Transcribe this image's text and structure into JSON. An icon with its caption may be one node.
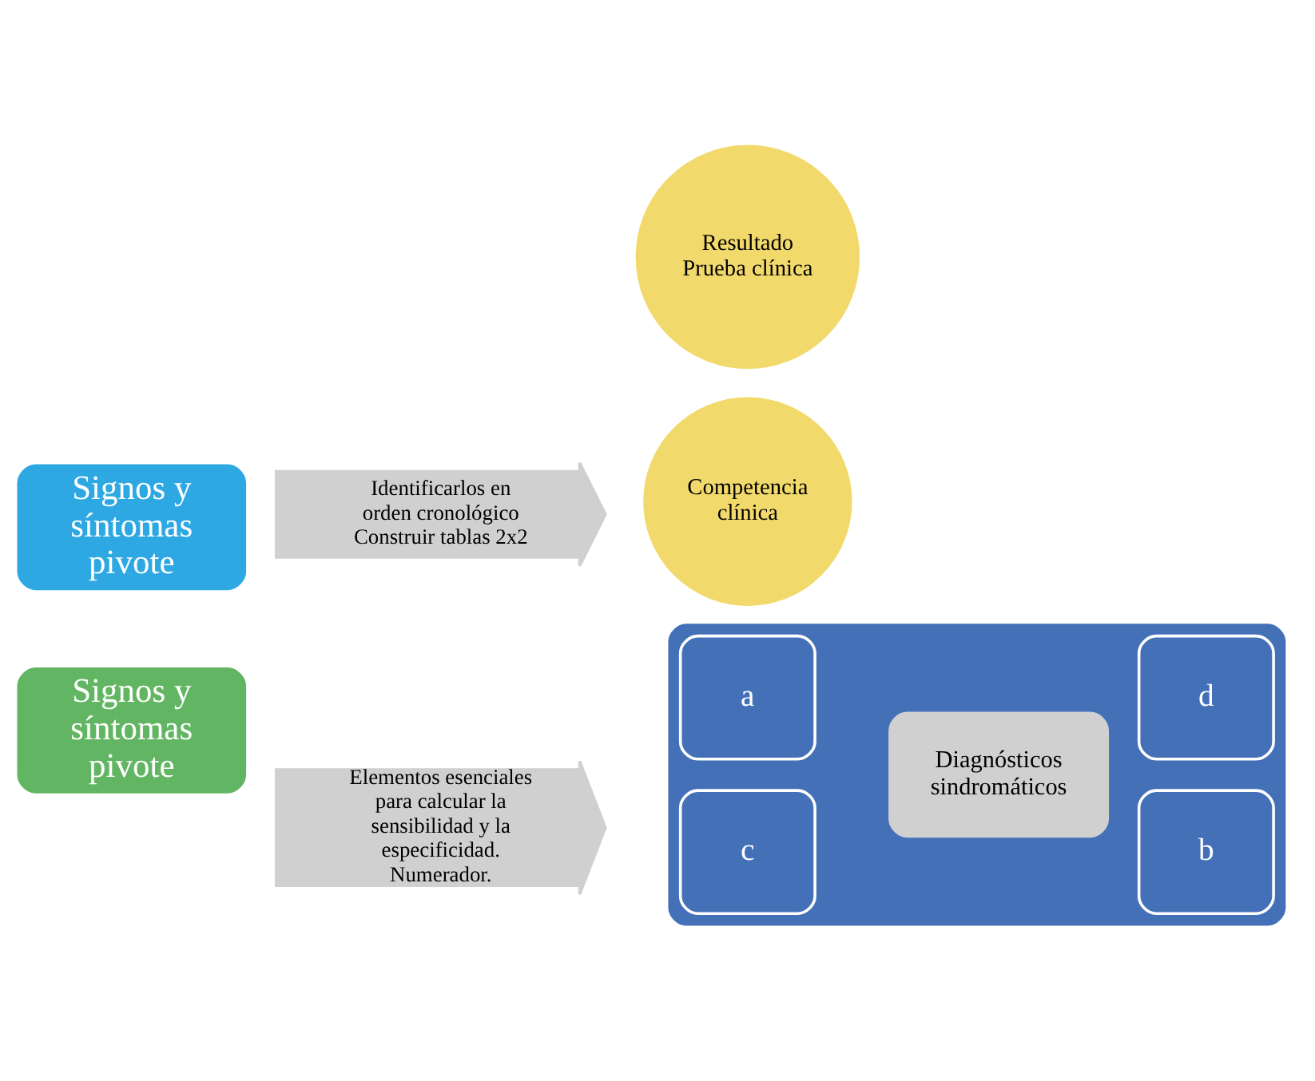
{
  "diagram": {
    "nodes": [
      {
        "text": [
          "Competencia clínica"
        ]
      },
      {
        "text": [
          "Signos y síntomas pivote"
        ]
      },
      {
        "text": [
          "Identificarlos en orden cronológico Construir tablas 2x2"
        ]
      },
      {
        "text": [],
        "shape": "box"
      },
      {
        "text": [
          "a"
        ],
        "in": 3
      },
      {
        "text": [
          "b"
        ],
        "in": 3
      },
      {
        "text": [
          "Resultado Prueba clínica"
        ]
      },
      {
        "text": [
          "Diagnósticos sindromáticos"
        ],
        "in": 3
      },
      {
        "text": [
          "c"
        ],
        "in": 3
      },
      {
        "text": [
          "d"
        ],
        "in": 3
      },
      {
        "text": [
          "Signos y síntomas pivote"
        ]
      },
      {
        "text": [
          "Elementos esenciales para calcular la sensibilidad y la especificidad. Numerador."
        ]
      }
    ]
  }
}
